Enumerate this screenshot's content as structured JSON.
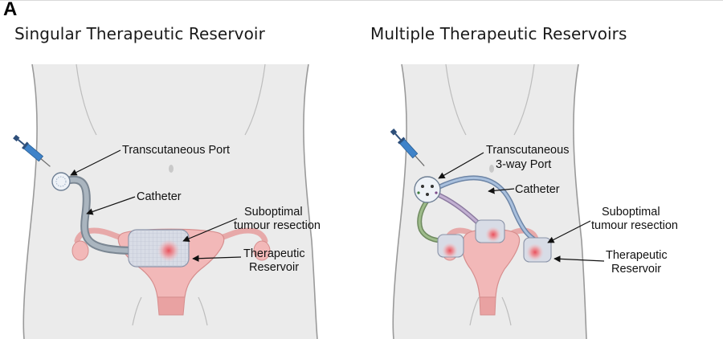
{
  "figure": {
    "panel_letter": "A",
    "left": {
      "title": "Singular Therapeutic Reservoir",
      "labels": {
        "port": "Transcutaneous Port",
        "catheter": "Catheter",
        "resection_line1": "Suboptimal",
        "resection_line2": "tumour resection",
        "reservoir_line1": "Therapeutic",
        "reservoir_line2": "Reservoir"
      }
    },
    "right": {
      "title": "Multiple Therapeutic Reservoirs",
      "labels": {
        "port_line1": "Transcutaneous",
        "port_line2": "3-way Port",
        "catheter": "Catheter",
        "resection_line1": "Suboptimal",
        "resection_line2": "tumour resection",
        "reservoir_line1": "Therapeutic",
        "reservoir_line2": "Reservoir"
      }
    },
    "colors": {
      "body_fill": "#ebebeb",
      "body_outline": "#9a9a9a",
      "catheter_grey": "#8e9aa6",
      "catheter_blue": "#9fb8d6",
      "catheter_purple": "#b8a4c4",
      "catheter_green": "#8eaa7c",
      "uterus_pink": "#f2b8b8",
      "tumour_red": "#e8505b",
      "reservoir_fill": "#d8dce6",
      "syringe_blue": "#3f83c9"
    }
  }
}
